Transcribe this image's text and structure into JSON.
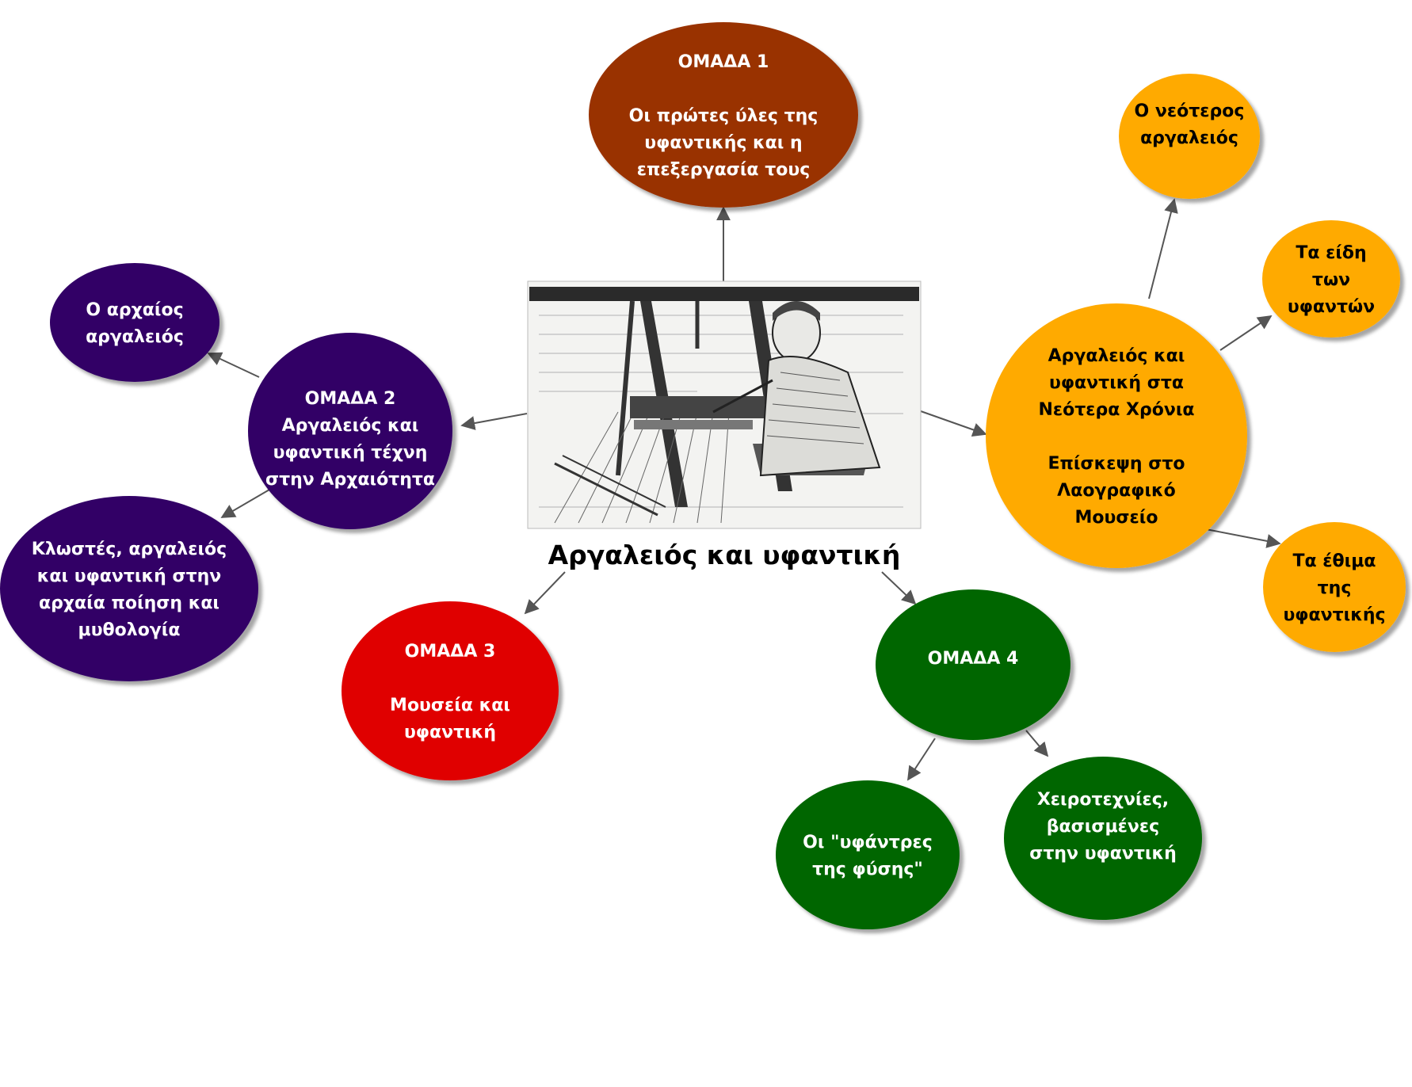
{
  "title": "Αργαλειός και υφαντική",
  "colors": {
    "group1": "#993300",
    "group2": "#330066",
    "group3": "#e00000",
    "group4": "#006600",
    "modern": "#ffaa00",
    "text_light": "#ffffff",
    "text_dark": "#000000",
    "arrow": "#555555"
  },
  "nodes": {
    "group1": {
      "lines": [
        "ΟΜΑΔΑ 1",
        "",
        "Οι πρώτες ύλες της",
        "υφαντικής και η",
        "επεξεργασία τους"
      ]
    },
    "group2": {
      "lines": [
        "ΟΜΑΔΑ 2",
        "Αργαλειός και",
        "υφαντική τέχνη",
        "στην Αρχαιότητα"
      ]
    },
    "ancient_loom": {
      "lines": [
        "Ο αρχαίος",
        "αργαλειός"
      ]
    },
    "poetry": {
      "lines": [
        "Κλωστές, αργαλειός",
        "και υφαντική στην",
        "αρχαία ποίηση και",
        "μυθολογία"
      ]
    },
    "group3": {
      "lines": [
        "ΟΜΑΔΑ 3",
        "",
        "Μουσεία και",
        "υφαντική"
      ]
    },
    "group4": {
      "lines": [
        "ΟΜΑΔΑ 4"
      ]
    },
    "weavers_nature": {
      "lines": [
        "Οι \"υφάντρες",
        "της φύσης\""
      ]
    },
    "crafts": {
      "lines": [
        "Χειροτεχνίες,",
        "βασισμένες",
        "στην υφαντική"
      ]
    },
    "modern": {
      "lines": [
        "Αργαλειός και",
        "υφαντική στα",
        "Νεότερα Χρόνια",
        "",
        "Επίσκεψη στο",
        "Λαογραφικό",
        "Μουσείο"
      ]
    },
    "newer_loom": {
      "lines": [
        "Ο νεότερος",
        "αργαλειός"
      ]
    },
    "fabric_types": {
      "lines": [
        "Τα είδη",
        "των",
        "υφαντών"
      ]
    },
    "customs": {
      "lines": [
        "Τα έθιμα",
        "της",
        "υφαντικής"
      ]
    }
  }
}
